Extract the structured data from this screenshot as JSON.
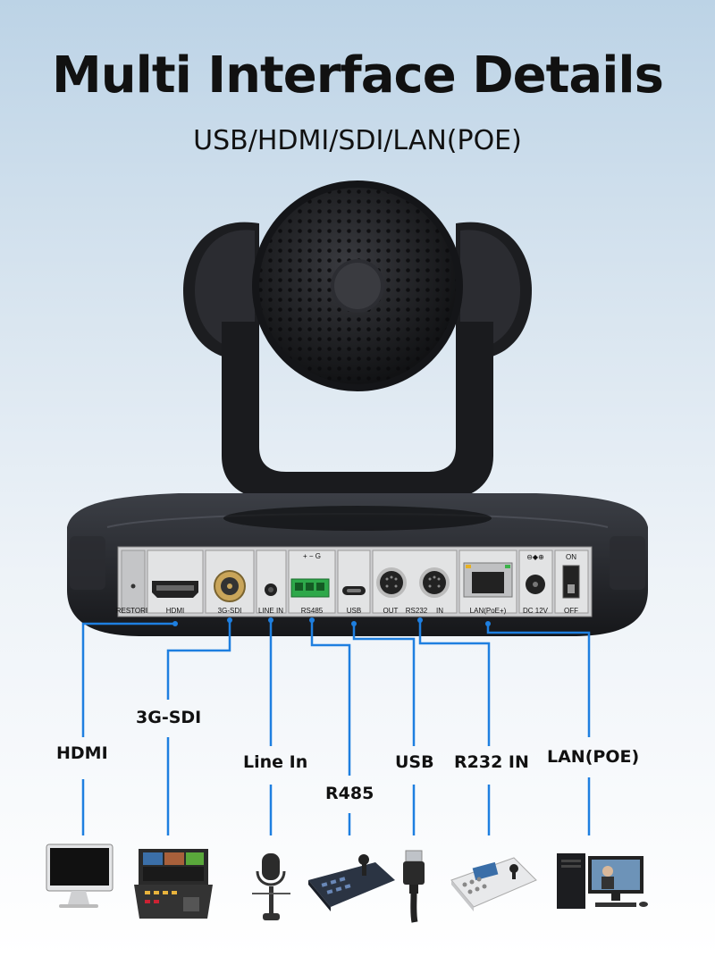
{
  "header": {
    "title": "Multi Interface Details",
    "subtitle": "USB/HDMI/SDI/LAN(POE)"
  },
  "panel_labels": {
    "restore": "RESTORE",
    "hdmi": "HDMI",
    "sdi": "3G-SDI",
    "line_in": "LINE IN",
    "rs485": "RS485",
    "rs485_polarity": "+  −  G",
    "usb": "USB",
    "out": "OUT",
    "rs232": "RS232",
    "in": "IN",
    "lan": "LAN(PoE+)",
    "dc": "DC 12V",
    "on": "ON",
    "off": "OFF"
  },
  "callouts": {
    "hdmi": "HDMI",
    "sdi": "3G-SDI",
    "line_in": "Line In",
    "r485": "R485",
    "usb": "USB",
    "r232": "R232 IN",
    "lan": "LAN(POE)"
  },
  "devices": [
    {
      "name": "monitor-icon"
    },
    {
      "name": "video-switcher-icon"
    },
    {
      "name": "microphone-icon"
    },
    {
      "name": "ptz-keyboard-icon"
    },
    {
      "name": "usb-cable-icon"
    },
    {
      "name": "joystick-controller-icon"
    },
    {
      "name": "desktop-computer-icon"
    }
  ],
  "colors": {
    "leader_line": "#1e7fe0",
    "camera_body": "#1d1e22",
    "panel": "#dcdcdc"
  }
}
